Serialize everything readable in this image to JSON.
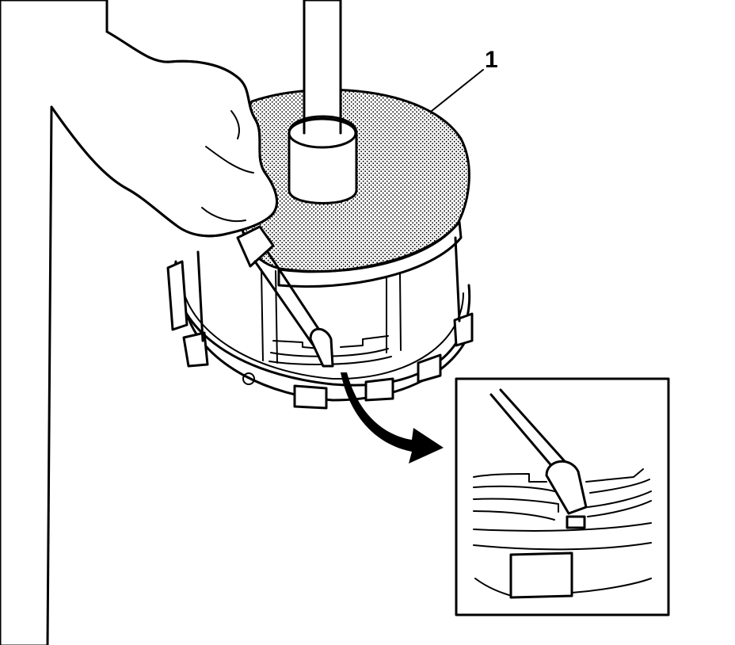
{
  "figure": {
    "callouts": [
      {
        "label": "1"
      }
    ],
    "colors": {
      "line": "#000000",
      "background": "#ffffff",
      "stipple": "#000000"
    },
    "icons": [
      "hand",
      "screwdriver",
      "drum-assembly",
      "drive-tool",
      "curved-arrow",
      "detail-inset"
    ]
  }
}
